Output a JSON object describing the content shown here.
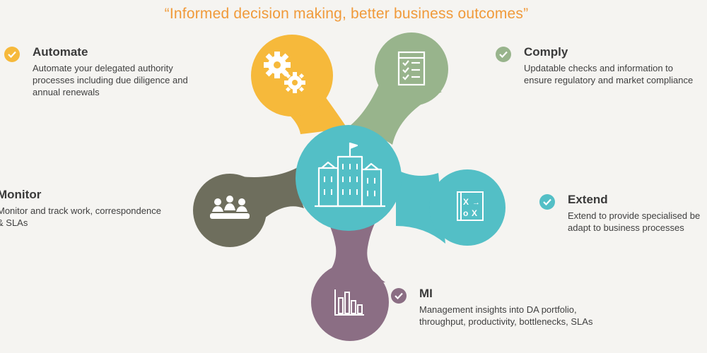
{
  "headline": "“Informed decision making, better business outcomes”",
  "colors": {
    "background": "#f5f4f1",
    "headline": "#f09a3a",
    "automate": "#f6b93b",
    "comply": "#98b48c",
    "extend": "#53bfc6",
    "mi": "#8b6e84",
    "monitor": "#6e6e5d",
    "center": "#53bfc6"
  },
  "hub": {
    "center_icon": "building-flag-icon",
    "automate_icon": "gears-icon",
    "comply_icon": "checklist-icon",
    "extend_icon": "strategy-board-icon",
    "mi_icon": "bar-chart-icon",
    "monitor_icon": "group-meeting-icon"
  },
  "features": {
    "automate": {
      "title": "Automate",
      "description": "Automate your delegated authority\nprocesses including due diligence and\nannual renewals"
    },
    "comply": {
      "title": "Comply",
      "description": "Updatable checks and information to\nensure regulatory and market compliance"
    },
    "extend": {
      "title": "Extend",
      "description": "Extend to provide specialised be\nadapt to business processes"
    },
    "mi": {
      "title": "MI",
      "description": "Management insights into DA portfolio,\nthroughput, productivity, bottlenecks, SLAs"
    },
    "monitor": {
      "title": "Monitor",
      "description": "Monitor and track work, correspondence\n& SLAs"
    }
  }
}
